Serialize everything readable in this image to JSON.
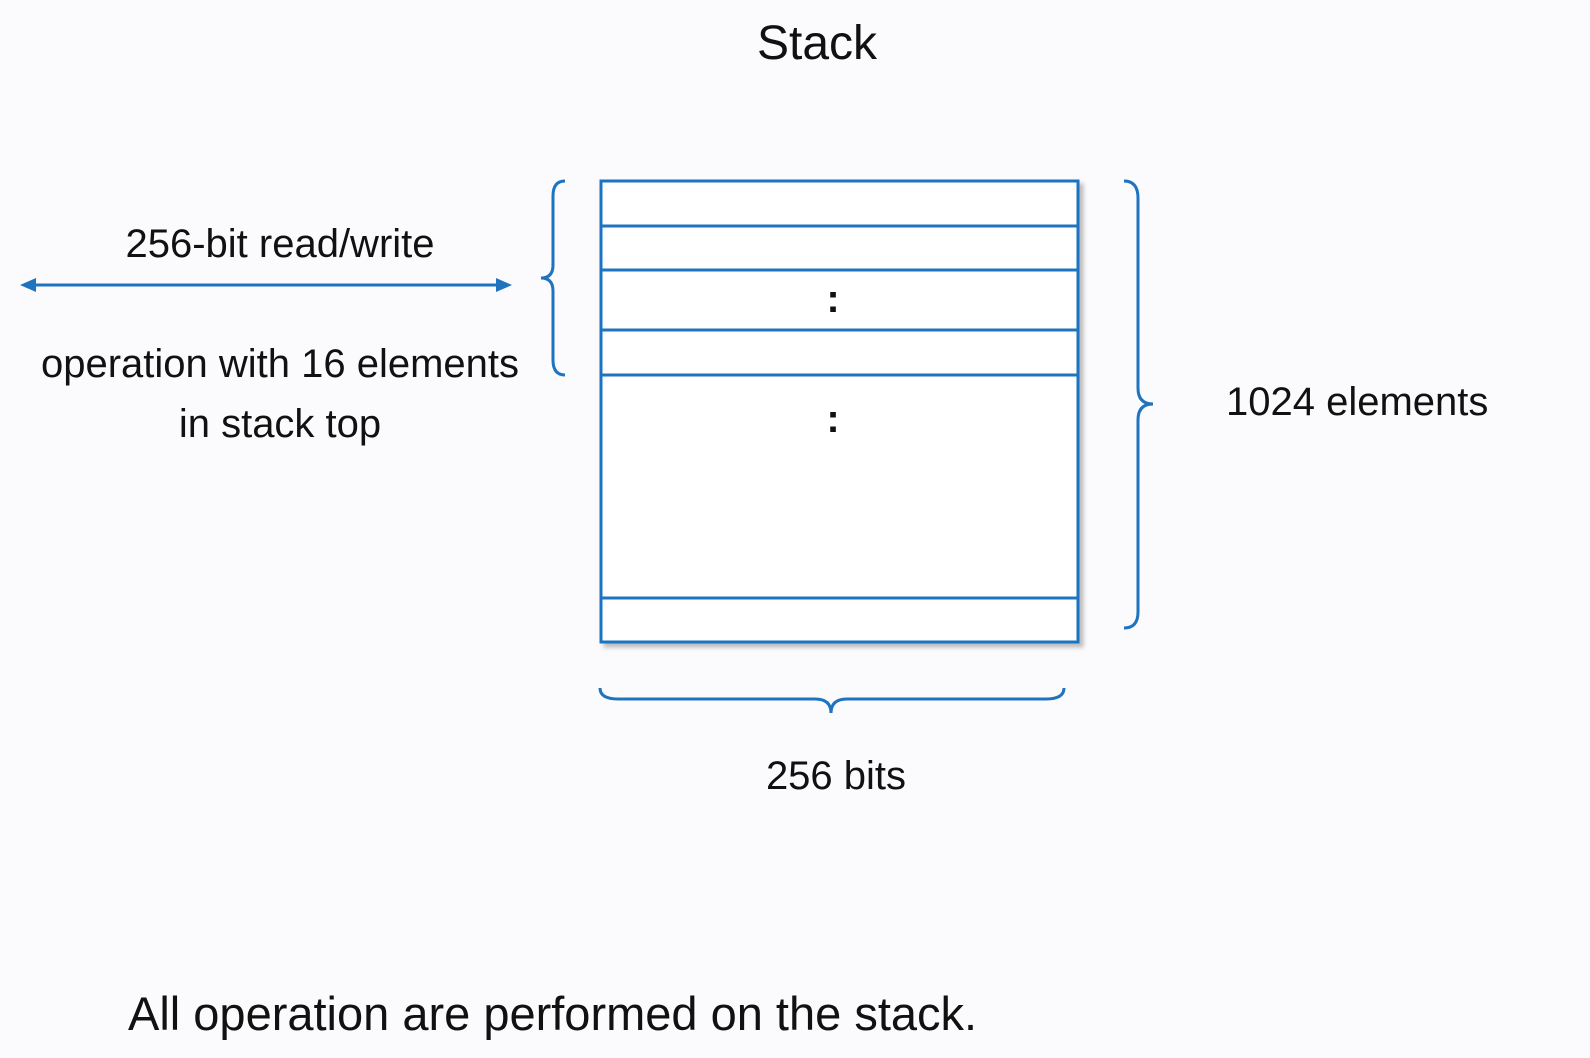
{
  "title": "Stack",
  "read_write_label": "256-bit read/write",
  "operation_label": {
    "line1": "operation with 16 elements",
    "line2": "in stack top"
  },
  "elements_label": "1024 elements",
  "bits_label": "256 bits",
  "row_ellipsis": ":",
  "footer": "All operation are performed on the stack.",
  "colors": {
    "stack_line": "#1f73bf",
    "text": "#111111",
    "background": "#fbfbfd"
  }
}
